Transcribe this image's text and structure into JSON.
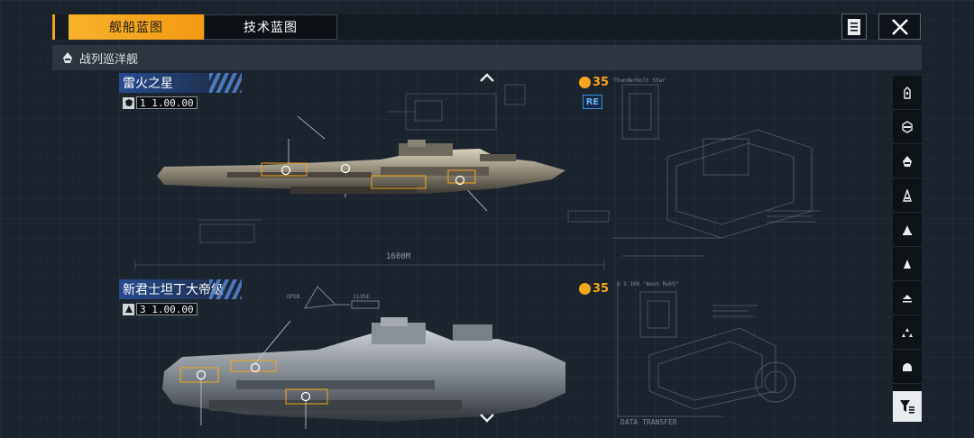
{
  "tabs": [
    {
      "label": "舰船蓝图",
      "active": true
    },
    {
      "label": "技术蓝图",
      "active": false
    }
  ],
  "category": {
    "label": "战列巡洋舰",
    "icon": "ship-class-icon"
  },
  "ships": [
    {
      "name": "雷火之星",
      "ratio_prefix": "1",
      "ratio_value": "1.00.00",
      "cost": "35",
      "badge": "RE",
      "scale_label": "1600M",
      "blueprint_top_label": "Thunderbolt Star"
    },
    {
      "name": "新君士坦丁大帝级",
      "ratio_prefix": "3",
      "ratio_value": "1.00.00",
      "cost": "35",
      "blueprint_top_label": "D S 100 \"Aeon Rukh\"",
      "open_label": "OPEN",
      "close_label": "CLOSE"
    }
  ],
  "data_transfer": "DATA TRANSFER",
  "filter_icons": [
    "station-icon",
    "carrier-icon",
    "battlecruiser-icon",
    "cruiser-icon",
    "destroyer-icon",
    "frigate-icon",
    "corvette-icon",
    "fighter-group-icon",
    "dome-icon",
    "filter-icon"
  ],
  "colors": {
    "accent": "#f4a71b",
    "badge_blue": "#3d8dd8",
    "label_blue": "#2850a0"
  }
}
